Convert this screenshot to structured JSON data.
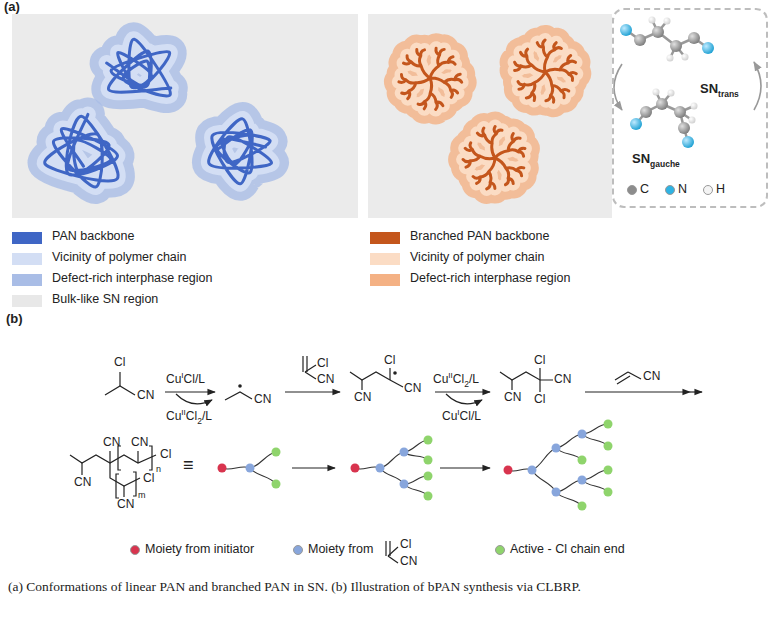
{
  "diagram": {
    "caption": "(a) Conformations of linear PAN and branched PAN in SN. (b) Illustration of bPAN synthesis via CLBRP.",
    "nodes": [
      {
        "text": [
          "SN",
          "trans",
          "SN",
          "gauche"
        ]
      }
    ],
    "labels": [
      "(a)",
      "(b)",
      "Cl",
      "CN",
      "Cu",
      "I",
      "Cl/L",
      "Cu",
      "II",
      "Cl",
      "2",
      "/L",
      "CN",
      "Cl",
      "CN",
      "Cl",
      "CN",
      "CN",
      "Cu",
      "II",
      "Cl",
      "2",
      "/L",
      "Cu",
      "I",
      "Cl/L",
      "Cl",
      "CN",
      "CN",
      "Cl",
      "CN",
      "CN",
      "CN",
      "Cl",
      "n",
      "CN",
      "CN",
      "m",
      "Cl",
      "≡",
      "Cl",
      "CN"
    ],
    "legend": [
      {
        "text": "PAN backbone",
        "color": "#3f66c5"
      },
      {
        "text": "Vicinity of polymer chain",
        "color": "#d3def4"
      },
      {
        "text": "Defect-rich interphase region",
        "color": "#a9bde6"
      },
      {
        "text": "Bulk-like SN region",
        "color": "#e8e8e8"
      },
      {
        "text": "Branched PAN backbone",
        "color": "#c4561c"
      },
      {
        "text": "Vicinity of polymer chain",
        "color": "#fbdcc4"
      },
      {
        "text": "Defect-rich interphase region",
        "color": "#f4b184"
      },
      {
        "text": "C",
        "color": "#8c8c8c"
      },
      {
        "text": "N",
        "color": "#2fb3e3"
      },
      {
        "text": "H",
        "color": "#f4f4f4"
      },
      {
        "text": "Moiety from initiator",
        "color": "#d8344e"
      },
      {
        "text": "Moiety from",
        "color": "#88a6dc"
      },
      {
        "text": "Active - Cl chain end",
        "color": "#8fd46c"
      }
    ]
  }
}
